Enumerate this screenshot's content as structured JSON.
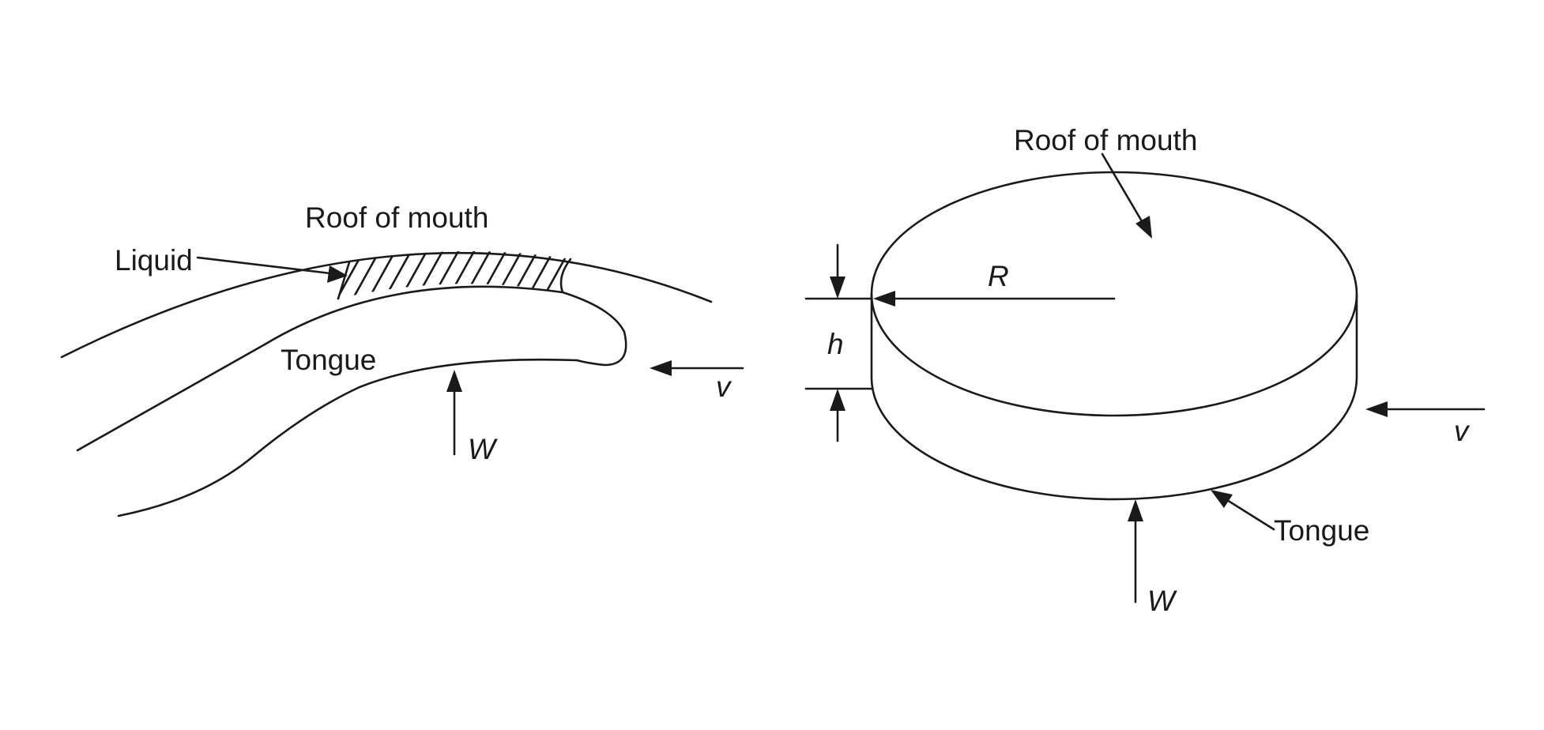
{
  "left_panel": {
    "roof_label": "Roof of mouth",
    "liquid_label": "Liquid",
    "tongue_label": "Tongue",
    "velocity_symbol": "v",
    "load_symbol": "W"
  },
  "right_panel": {
    "roof_label": "Roof of mouth",
    "radius_symbol": "R",
    "gap_symbol": "h",
    "velocity_symbol": "v",
    "tongue_label": "Tongue",
    "load_symbol": "W"
  }
}
